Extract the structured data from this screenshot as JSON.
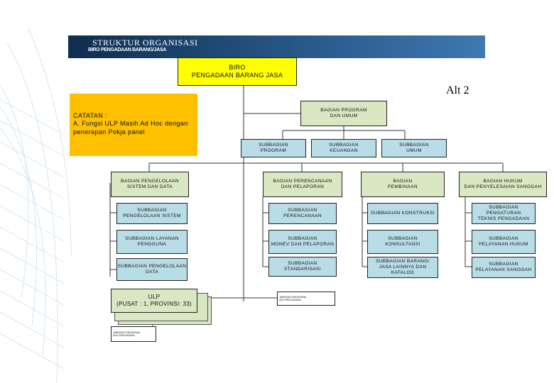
{
  "header": {
    "title": "STRUKTUR ORGANISASI",
    "subtitle": "BIRO PENGADAAN BARANG/JASA",
    "gradient": [
      "#0f2d4e",
      "#3f78b2"
    ]
  },
  "alt_label": "Alt 2",
  "note": {
    "text": "CATATAN :\nA. Fungsi ULP Masih Ad Hoc dengan\n    penerapan Pokja panel",
    "color": "#ffc000"
  },
  "colors": {
    "top": "#ffff00",
    "section": "#d9e7c2",
    "unit": "#b9dde6"
  },
  "boxes": {
    "biro": "BIRO\nPENGADAAN BARANG JASA",
    "bagian_program": "BAGIAN PROGRAM\nDAN UMUM",
    "sub_program": "SUBBAGIAN\nPROGRAM",
    "sub_keuangan": "SUBBAGIAN\nKEUANGAN",
    "sub_umum": "SUBBAGIAN\nUMUM",
    "bagian_pengelolaan": "BAGIAN PENGELOLAAN\nSISTEM DAN DATA",
    "bagian_perencanaan": "BAGIAN PERENCANAAN\nDAN PELAPORAN",
    "bagian_pembinaan": "BAGIAN\nPEMBINAAN",
    "bagian_hukum": "BAGIAN HUKUM\nDAN PENYELESAIAN SANGGAH",
    "c1": [
      "SUBBAGIAN\nPENGELOLAAN SISTEM",
      "SUBBAGIAN LAYANAN\nPENGGUNA",
      "SUBBAGIAN PENGELOLAAN\nDATA"
    ],
    "c2": [
      "SUBBAGIAN\nPERENCANAAN",
      "SUBBAGIAN\nMONEV DAN PELAPORAN",
      "SUBBAGIAN STANDARISASI"
    ],
    "c3": [
      "SUBBAGIAN KONSTRUKSI",
      "SUBBAGIAN\nKONSULTANSI",
      "SUBBAGIAN BARANG/\nJASA LAINNYA DAN KATALOG"
    ],
    "c4": [
      "SUBBAGIAN PENGATURAN\nTEKNIS PENGADAAN",
      "SUBBAGIAN\nPELAYANAN HUKUM",
      "SUBBAGIAN\nPELAYANAN SANGGAH"
    ],
    "ulp": "ULP\n(PUSAT : 1, PROVINSI: 33)",
    "jf1": "JABATAN FUNGSIONAL\nAHLI PENGADAAN",
    "jf2": "JABATAN FUNGSIONAL\nAHLI PENGADAAN"
  }
}
